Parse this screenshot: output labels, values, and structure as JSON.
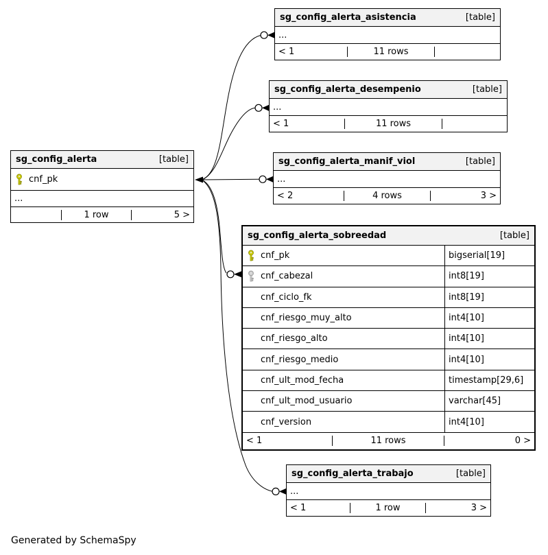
{
  "app": {
    "credit": "Generated by SchemaSpy"
  },
  "colors": {
    "header_bg": "#f2f2f2",
    "border": "#000000",
    "primary_key_yellow": "#e3e310",
    "foreign_key_gray": "#d9d9d9"
  },
  "icons": {
    "primary_key": "yellow-key-icon",
    "foreign_key": "gray-key-icon"
  },
  "tables": {
    "asistencia": {
      "name": "sg_config_alerta_asistencia",
      "tag": "[table]",
      "collapsed": "...",
      "footer": {
        "left": "< 1",
        "center": "11 rows",
        "right": ""
      }
    },
    "desempenio": {
      "name": "sg_config_alerta_desempenio",
      "tag": "[table]",
      "collapsed": "...",
      "footer": {
        "left": "< 1",
        "center": "11 rows",
        "right": ""
      }
    },
    "manif_viol": {
      "name": "sg_config_alerta_manif_viol",
      "tag": "[table]",
      "collapsed": "...",
      "footer": {
        "left": "< 2",
        "center": "4 rows",
        "right": "3 >"
      }
    },
    "alerta": {
      "name": "sg_config_alerta",
      "tag": "[table]",
      "collapsed": "...",
      "columns": [
        {
          "name": "cnf_pk",
          "key": "primary"
        }
      ],
      "footer": {
        "left": "",
        "center": "1 row",
        "right": "5 >"
      }
    },
    "sobreedad": {
      "name": "sg_config_alerta_sobreedad",
      "tag": "[table]",
      "columns": [
        {
          "name": "cnf_pk",
          "type": "bigserial[19]",
          "key": "primary"
        },
        {
          "name": "cnf_cabezal",
          "type": "int8[19]",
          "key": "foreign"
        },
        {
          "name": "cnf_ciclo_fk",
          "type": "int8[19]",
          "key": ""
        },
        {
          "name": "cnf_riesgo_muy_alto",
          "type": "int4[10]",
          "key": ""
        },
        {
          "name": "cnf_riesgo_alto",
          "type": "int4[10]",
          "key": ""
        },
        {
          "name": "cnf_riesgo_medio",
          "type": "int4[10]",
          "key": ""
        },
        {
          "name": "cnf_ult_mod_fecha",
          "type": "timestamp[29,6]",
          "key": ""
        },
        {
          "name": "cnf_ult_mod_usuario",
          "type": "varchar[45]",
          "key": ""
        },
        {
          "name": "cnf_version",
          "type": "int4[10]",
          "key": ""
        }
      ],
      "footer": {
        "left": "< 1",
        "center": "11 rows",
        "right": "0 >"
      }
    },
    "trabajo": {
      "name": "sg_config_alerta_trabajo",
      "tag": "[table]",
      "collapsed": "...",
      "footer": {
        "left": "< 1",
        "center": "1 row",
        "right": "3 >"
      }
    }
  },
  "relationships": [
    {
      "from": "sg_config_alerta.cnf_pk",
      "to": "sg_config_alerta_asistencia"
    },
    {
      "from": "sg_config_alerta.cnf_pk",
      "to": "sg_config_alerta_desempenio"
    },
    {
      "from": "sg_config_alerta.cnf_pk",
      "to": "sg_config_alerta_manif_viol"
    },
    {
      "from": "sg_config_alerta.cnf_pk",
      "to": "sg_config_alerta_sobreedad.cnf_cabezal"
    },
    {
      "from": "sg_config_alerta.cnf_pk",
      "to": "sg_config_alerta_trabajo"
    }
  ]
}
